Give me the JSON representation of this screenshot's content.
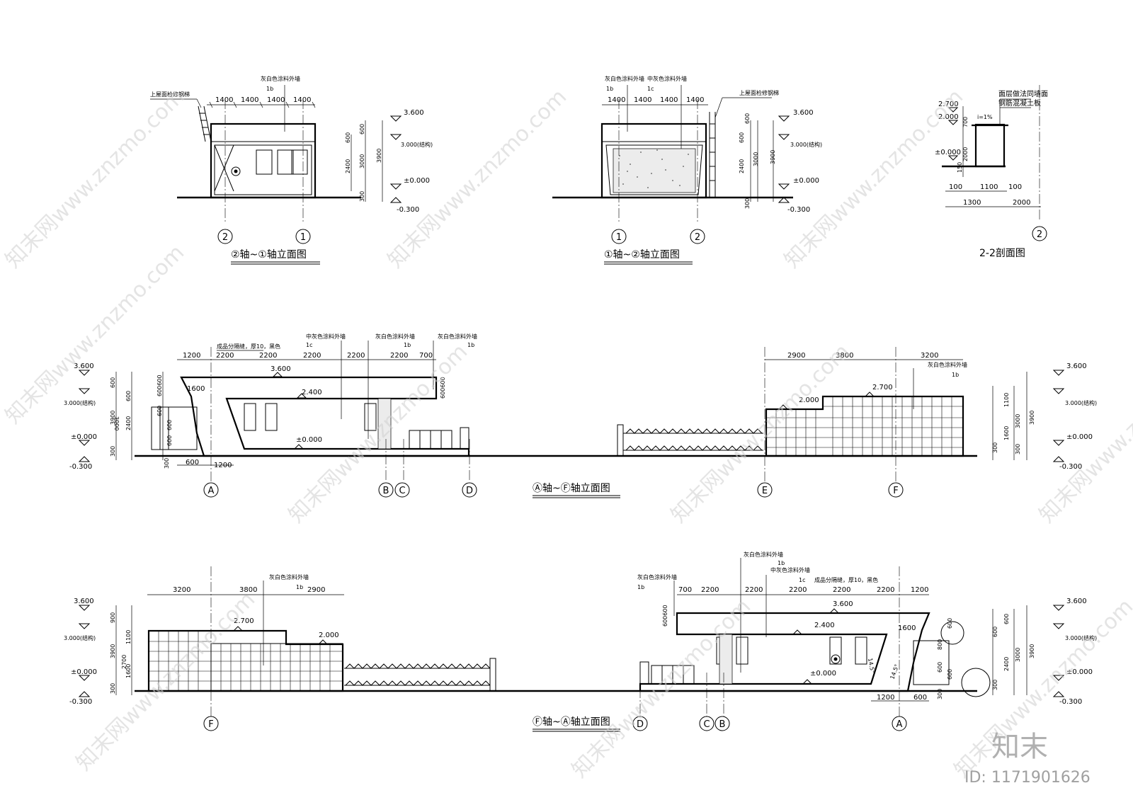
{
  "views": {
    "elev21": {
      "title": "②轴~①轴立面图",
      "note_wall": "灰白色涂料外墙",
      "note_wall_code": "1b",
      "note_ladder": "上屋面检修钢梯",
      "dims_top": [
        "1400",
        "1400",
        "1400",
        "1400"
      ],
      "dims_right": [
        "600",
        "3000",
        "3900",
        "2400",
        "600",
        "300"
      ],
      "levels": [
        "3.600",
        "3.000(结构)",
        "±0.000",
        "-0.300"
      ],
      "axes": [
        "2",
        "1"
      ]
    },
    "elev12": {
      "title": "①轴~②轴立面图",
      "note_wall1": "灰白色涂料外墙",
      "note_wall1_code": "1b",
      "note_wall2": "中灰色涂料外墙",
      "note_wall2_code": "1c",
      "note_ladder": "上屋面检修钢梯",
      "dims_top": [
        "1400",
        "1400",
        "1400",
        "1400"
      ],
      "dims_right": [
        "600",
        "3000",
        "3900",
        "2400",
        "600",
        "300"
      ],
      "levels": [
        "3.600",
        "3.000(结构)",
        "±0.000",
        "-0.300"
      ],
      "axes": [
        "1",
        "2"
      ]
    },
    "section22": {
      "title": "2-2剖面图",
      "note1": "面层做法同墙面",
      "note2": "钢筋混凝土板",
      "slope": "i=1%",
      "levels": [
        "2.700",
        "2.000",
        "±0.000"
      ],
      "dims_left": [
        "700",
        "2000",
        "150"
      ],
      "dims_bottom1": [
        "100",
        "1100",
        "100"
      ],
      "dims_bottom2": [
        "1300",
        "2000"
      ],
      "axis": "2"
    },
    "elevAF": {
      "title": "Ⓐ轴~Ⓕ轴立面图",
      "note_partition": "成品分隔缝，厚10，黑色",
      "note_mid": "中灰色涂料外墙",
      "note_mid_code": "1c",
      "note_white": "灰白色涂料外墙",
      "note_white_code": "1b",
      "note_white2": "灰白色涂料外墙",
      "note_white2_code": "1b",
      "note_white3": "灰白色涂料外墙",
      "note_white3_code": "1b",
      "dims_top_left": [
        "1200",
        "2200",
        "2200",
        "2200",
        "2200",
        "2200",
        "700"
      ],
      "dims_top_right": [
        "2900",
        "3800",
        "3200"
      ],
      "dims_left": [
        "600",
        "600",
        "3900",
        "3000",
        "2400",
        "300"
      ],
      "dims_inner": [
        "600600",
        "600",
        "600",
        "600",
        "1600",
        "600600"
      ],
      "dims_right": [
        "300",
        "1100",
        "3000",
        "3900",
        "1600",
        "300"
      ],
      "dims_bottom": [
        "300",
        "600",
        "1200"
      ],
      "levels_inner": [
        "3.600",
        "2.400",
        "±0.000",
        "2.000",
        "2.700"
      ],
      "levels": [
        "3.600",
        "3.000(结构)",
        "±0.000",
        "-0.300"
      ],
      "axes": [
        "A",
        "B",
        "C",
        "D",
        "E",
        "F"
      ]
    },
    "elevFA": {
      "title": "Ⓕ轴~Ⓐ轴立面图",
      "note_white": "灰白色涂料外墙",
      "note_white_code": "1b",
      "note_white_r": "灰白色涂料外墙",
      "note_white_r_code": "1b",
      "note_white_top": "灰白色涂料外墙",
      "note_white_top_code": "1b",
      "note_mid": "中灰色涂料外墙",
      "note_mid_code": "1c",
      "note_partition": "成品分隔缝，厚10，黑色",
      "dims_top_left": [
        "3200",
        "3800",
        "2900"
      ],
      "dims_top_right": [
        "700",
        "2200",
        "2200",
        "2200",
        "2200",
        "2200",
        "1200"
      ],
      "dims_left": [
        "900",
        "1100",
        "3900",
        "2700",
        "1600",
        "300"
      ],
      "dims_right": [
        "600",
        "600",
        "3000",
        "3900",
        "2400",
        "300"
      ],
      "dims_inner": [
        "600600",
        "1600",
        "800",
        "600",
        "600",
        "600",
        "300"
      ],
      "angles": [
        "14.5°",
        "14.5°"
      ],
      "dims_bottom": [
        "1200",
        "600"
      ],
      "levels_inner": [
        "2.700",
        "2.000",
        "3.600",
        "2.400",
        "±0.000"
      ],
      "levels": [
        "3.600",
        "3.000(结构)",
        "±0.000",
        "-0.300"
      ],
      "axes": [
        "F",
        "D",
        "C",
        "B",
        "A"
      ]
    }
  },
  "watermark": {
    "text": "知末网www.znzmo.com",
    "brand": "知末",
    "id": "ID: 1171901626"
  }
}
